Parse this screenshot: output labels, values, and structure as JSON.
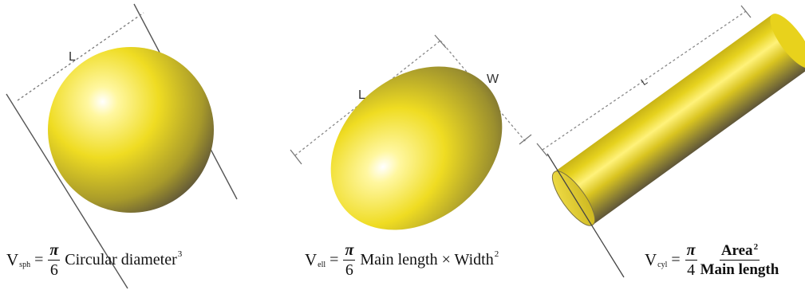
{
  "dimension_labels": {
    "sphere_length": "L",
    "ellipsoid_length": "L",
    "ellipsoid_width": "W",
    "cylinder_length": "L"
  },
  "formulas": {
    "sphere": {
      "symbol": "V",
      "subscript": "sph",
      "frac_num": "π",
      "frac_den": "6",
      "text": "Circular diameter",
      "power": "3"
    },
    "ellipsoid": {
      "symbol": "V",
      "subscript": "ell",
      "frac_num": "π",
      "frac_den": "6",
      "text": "Main length × Width",
      "power": "2"
    },
    "cylinder": {
      "symbol": "V",
      "subscript": "cyl",
      "frac_num": "π",
      "frac_den": "4",
      "ratio_num": "Area",
      "ratio_power": "2",
      "ratio_den": "Main length"
    }
  },
  "colors": {
    "shape_highlight": "#ffffff",
    "shape_light": "#fff27a",
    "shape_main": "#e6d21e",
    "shape_dark": "#5f5638",
    "dimension_line": "#777777"
  }
}
